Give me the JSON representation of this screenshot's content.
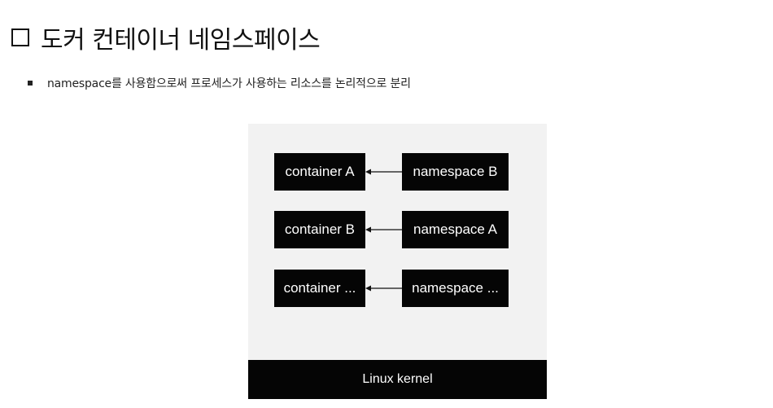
{
  "title": "도커 컨테이너 네임스페이스",
  "bullet": "namespace를 사용함으로써 프로세스가 사용하는 리소스를 논리적으로 분리",
  "diagram": {
    "rows": [
      {
        "container": "container A",
        "namespace": "namespace B"
      },
      {
        "container": "container B",
        "namespace": "namespace A"
      },
      {
        "container": "container ...",
        "namespace": "namespace ..."
      }
    ],
    "kernel": "Linux kernel"
  },
  "colors": {
    "box": "#050505",
    "panel": "#f2f2f2"
  }
}
